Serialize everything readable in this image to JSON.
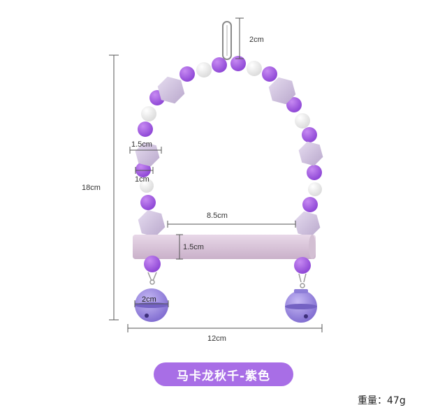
{
  "product": {
    "title": "马卡龙秋千-紫色",
    "weight_label": "重量：",
    "weight_value": "47g"
  },
  "dimensions": {
    "hook_height": "2cm",
    "total_height": "18cm",
    "hex_bead": "1.5cm",
    "round_bead": "1cm",
    "perch_length": "8.5cm",
    "perch_diameter": "1.5cm",
    "bell": "2cm",
    "total_width": "12cm"
  },
  "colors": {
    "purple_bead": "#a45ee0",
    "white_bead": "#f3f3f3",
    "hex_bead": "#d8cce6",
    "perch": "#dcc8dc",
    "bell": "#9f8ee6",
    "accent": "#a86ee6"
  }
}
